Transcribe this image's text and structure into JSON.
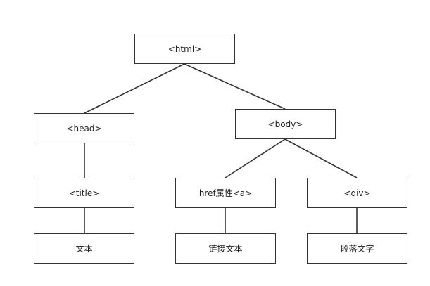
{
  "diagram": {
    "nodes": {
      "html": "<html>",
      "head": "<head>",
      "body": "<body>",
      "title": "<title>",
      "title_text": "文本",
      "href": "href属性<a>",
      "link_text": "链接文本",
      "div": "<div>",
      "paragraph_text": "段落文字"
    },
    "edges": [
      [
        "html",
        "head"
      ],
      [
        "html",
        "body"
      ],
      [
        "head",
        "title"
      ],
      [
        "title",
        "title_text"
      ],
      [
        "body",
        "href"
      ],
      [
        "body",
        "div"
      ],
      [
        "href",
        "link_text"
      ],
      [
        "div",
        "paragraph_text"
      ]
    ],
    "colors": {
      "line": "#333333",
      "text": "#222222",
      "background": "#ffffff"
    }
  }
}
